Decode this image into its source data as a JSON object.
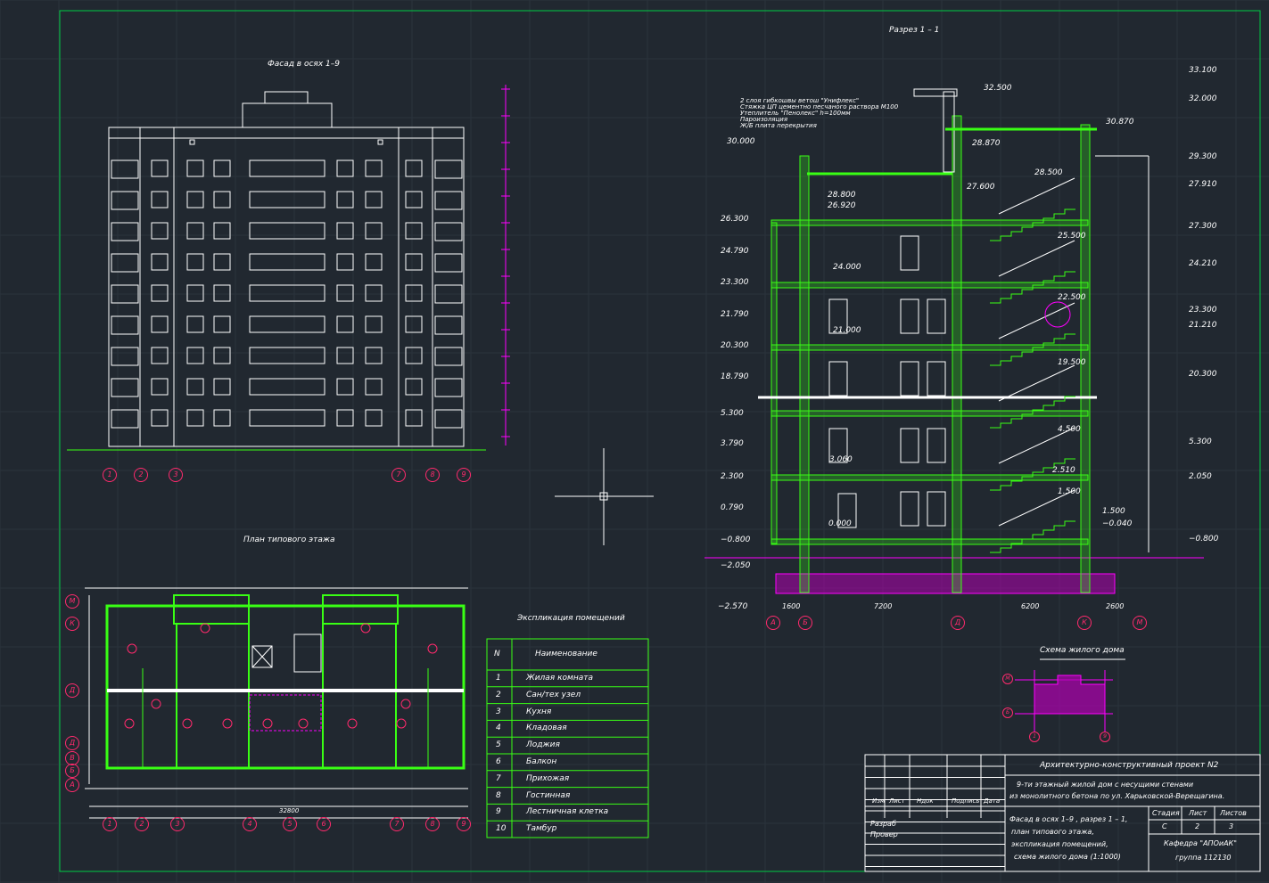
{
  "titles": {
    "facade": "Фасад в осях 1–9",
    "section": "Разрез   1 – 1",
    "plan": "План типового этажа",
    "explication": "Экспликация помещений",
    "scheme": "Схема жилого дома"
  },
  "explication": {
    "header_no": "N",
    "header_name": "Наименование",
    "rows": [
      {
        "no": "1",
        "name": "Жилая комната"
      },
      {
        "no": "2",
        "name": "Сан/тех узел"
      },
      {
        "no": "3",
        "name": "Кухня"
      },
      {
        "no": "4",
        "name": "Кладовая"
      },
      {
        "no": "5",
        "name": "Лоджия"
      },
      {
        "no": "6",
        "name": "Балкон"
      },
      {
        "no": "7",
        "name": "Прихожая"
      },
      {
        "no": "8",
        "name": "Гостинная"
      },
      {
        "no": "9",
        "name": "Лестничная клетка"
      },
      {
        "no": "10",
        "name": "Тамбур"
      }
    ]
  },
  "section_levels_left": [
    "30.000",
    "26.300",
    "24.790",
    "23.300",
    "21.790",
    "20.300",
    "18.790",
    "5.300",
    "3.790",
    "2.300",
    "0.790",
    "−0.800",
    "−2.050",
    "−2.570"
  ],
  "section_levels_right": [
    "33.100",
    "32.000",
    "30.870",
    "29.300",
    "27.910",
    "27.300",
    "24.210",
    "23.300",
    "21.210",
    "20.300",
    "5.300",
    "2.050",
    "−0.800"
  ],
  "section_levels_inner": [
    "32.500",
    "28.870",
    "28.500",
    "28.800",
    "26.920",
    "27.600",
    "25.500",
    "24.000",
    "22.500",
    "21.000",
    "19.500",
    "4.500",
    "3.060",
    "2.510",
    "1.500",
    "1.500",
    "0.000",
    "−0.040"
  ],
  "section_axes": [
    "А",
    "Б",
    "Д",
    "К",
    "М"
  ],
  "section_dims": [
    "1600",
    "7200",
    "6200",
    "2600"
  ],
  "facade_axes": [
    "1",
    "2",
    "3",
    "7",
    "8",
    "9"
  ],
  "plan_axes_bottom": [
    "1",
    "2",
    "3",
    "4",
    "5",
    "6",
    "7",
    "8",
    "9"
  ],
  "plan_axes_left": [
    "М",
    "К",
    "Д",
    "Д",
    "В",
    "Б",
    "А"
  ],
  "plan_total_dim": "32800",
  "scheme_axes": [
    "М",
    "Б",
    "1",
    "9"
  ],
  "roof_note_lines": [
    "2 слоя гибкошвы ветош \"Унифлекс\"",
    "Стяжка ЦП цементно песчаного раствора М100",
    "Утеплитель \"Пенолекс\" h=100мм",
    "Пароизоляция",
    "Ж/Б плита перекрытия"
  ],
  "stamp": {
    "project_title": "Архитектурно-конструктивный проект N2",
    "building_line1": "9-ти этажный жилой дом с несущими стенами",
    "building_line2": "из монолитного бетона по ул. Харьковской-Верещагина.",
    "col_izm": "Изм",
    "col_list": "Лист",
    "col_ndok": "Ндок",
    "col_podpis": "Подпись",
    "col_data": "Дата",
    "razrab": "Разраб",
    "prover": "Провер",
    "contents_line1": "Фасад в осях 1–9 , разрез 1 – 1,",
    "contents_line2": "план типового этажа,",
    "contents_line3": "экспликация помещений,",
    "contents_line4": "схема жилого дома (1:1000)",
    "stage_label": "Стадия",
    "sheet_label": "Лист",
    "sheets_label": "Листов",
    "stage_value": "С",
    "sheet_value": "2",
    "sheets_value": "3",
    "department": "Кафедра \"АПОиАК\"",
    "group": "группа 112130"
  },
  "colors": {
    "background": "#212830",
    "line_white": "#ffffff",
    "line_green": "#39ff14",
    "line_magenta": "#ff00ff",
    "axis_red": "#ff2a6d",
    "frame_green": "#00cc44"
  }
}
